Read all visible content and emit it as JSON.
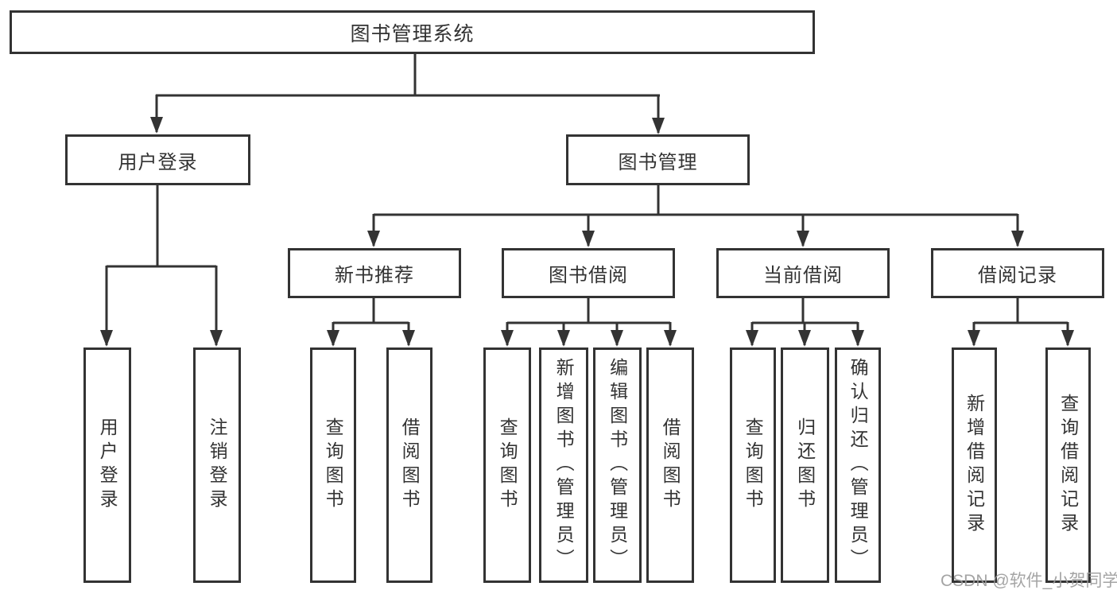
{
  "diagram": {
    "root": {
      "label": "图书管理系统",
      "children": [
        {
          "label": "用户登录",
          "children": [
            {
              "label": "用户登录"
            },
            {
              "label": "注销登录"
            }
          ]
        },
        {
          "label": "图书管理",
          "children": [
            {
              "label": "新书推荐",
              "children": [
                {
                  "label": "查询图书"
                },
                {
                  "label": "借阅图书"
                }
              ]
            },
            {
              "label": "图书借阅",
              "children": [
                {
                  "label": "查询图书"
                },
                {
                  "label": "新增图书（管理员）"
                },
                {
                  "label": "编辑图书（管理员）"
                },
                {
                  "label": "借阅图书"
                }
              ]
            },
            {
              "label": "当前借阅",
              "children": [
                {
                  "label": "查询图书"
                },
                {
                  "label": "归还图书"
                },
                {
                  "label": "确认归还（管理员）"
                }
              ]
            },
            {
              "label": "借阅记录",
              "children": [
                {
                  "label": "新增借阅记录"
                },
                {
                  "label": "查询借阅记录"
                }
              ]
            }
          ]
        }
      ]
    }
  },
  "watermark": {
    "text": "CSDN @软件_小贺同学"
  },
  "colors": {
    "line": "#333333",
    "text": "#333333",
    "box_background": "#ffffff",
    "page_background": "#ffffff",
    "watermark": "#9b9b9b"
  }
}
